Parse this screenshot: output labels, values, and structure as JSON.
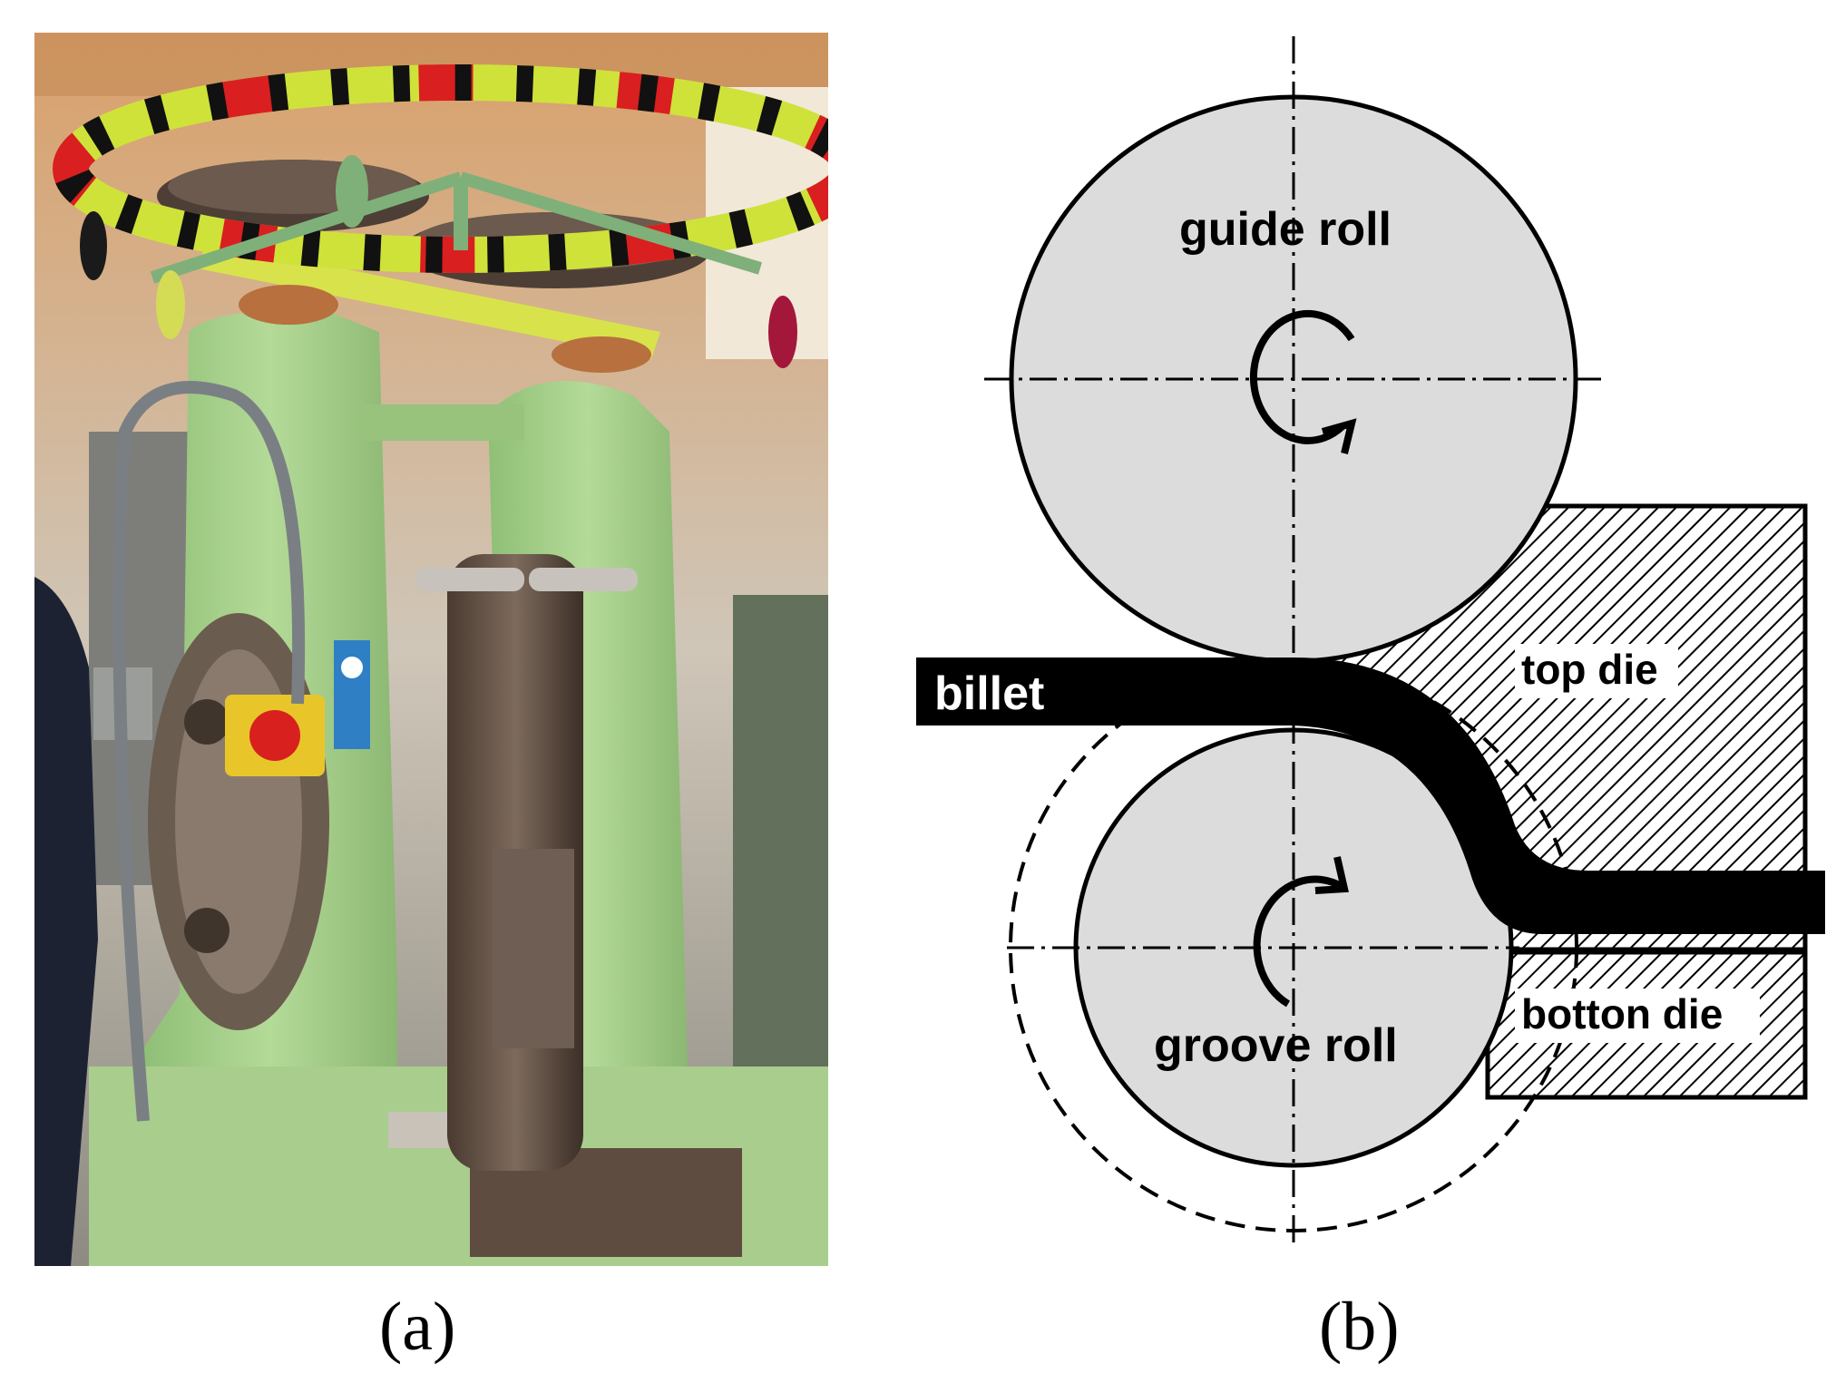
{
  "panel_a": {
    "caption": "(a)"
  },
  "panel_b": {
    "caption": "(b)",
    "labels": {
      "guide_roll": "guide roll",
      "groove_roll": "groove roll",
      "billet": "billet",
      "top_die": "top die",
      "bottom_die": "botton die"
    }
  },
  "colors": {
    "machine_green": "#a6cf8a",
    "roll_fill": "#dcdcdc",
    "hatch": "#000000"
  }
}
